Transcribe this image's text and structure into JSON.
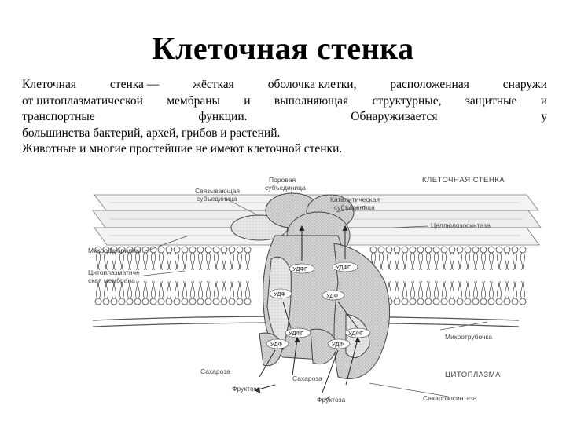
{
  "title": "Клеточная стенка",
  "paragraph": {
    "line1": [
      "Клеточная",
      "стенка —",
      "жёсткая",
      "оболочка клетки,",
      "расположенная",
      "снаружи"
    ],
    "line2": [
      "от цитоплазматической",
      "мембраны",
      "и",
      "выполняющая",
      "структурные,",
      "защитные",
      "и"
    ],
    "line3": [
      "транспортные",
      "функции.",
      "Обнаруживается",
      "у"
    ],
    "line4": "большинства бактерий, архей, грибов и растений.",
    "line5": "Животные и многие простейшие не имеют клеточной стенки."
  },
  "diagram": {
    "labels": {
      "pore_subunit_1": "Поровая",
      "pore_subunit_2": "субъединица",
      "wall_caption": "КЛЕТОЧНАЯ СТЕНКА",
      "binding_subunit_1": "Связывающая",
      "binding_subunit_2": "субъединица",
      "catalytic_subunit_1": "Каталитическая",
      "catalytic_subunit_2": "субъединица",
      "cellulose_synthase": "Целлюлозосинтаза",
      "microfibrils": "Микрофибриллы",
      "membrane_1": "Цитоплазматиче",
      "membrane_2": "ская мембрана",
      "microtubule": "Микротрубочка",
      "cytoplasm": "ЦИТОПЛАЗМА",
      "sucrose_left": "Сахароза",
      "sucrose_mid": "Сахароза",
      "fructose_left": "Фруктоза",
      "fructose_mid": "Фруктоза",
      "sucrose_synthase": "Сахарозосинтаза"
    },
    "molecules": {
      "udpg": "УДФГ",
      "udp": "УДФ"
    }
  }
}
